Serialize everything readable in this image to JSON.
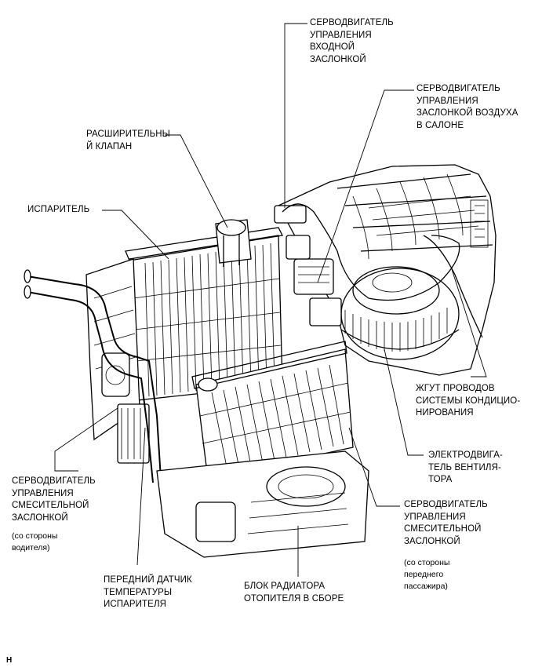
{
  "labels": {
    "inlet_servo": "СЕРВОДВИГАТЕЛЬ\nУПРАВЛЕНИЯ\nВХОДНОЙ\nЗАСЛОНКОЙ",
    "cabin_servo": "СЕРВОДВИГАТЕЛЬ\nУПРАВЛЕНИЯ\nЗАСЛОНКОЙ ВОЗДУХА\nВ САЛОНЕ",
    "expansion_valve": "РАСШИРИТЕЛЬНЫ\nЙ КЛАПАН",
    "evaporator": "ИСПАРИТЕЛЬ",
    "ac_harness": "ЖГУТ ПРОВОДОВ\nСИСТЕМЫ КОНДИЦИО-\nНИРОВАНИЯ",
    "blower_motor": "ЭЛЕКТРОДВИГА-\nТЕЛЬ ВЕНТИЛЯ-\nТОРА",
    "mix_servo_driver": "СЕРВОДВИГАТЕЛЬ\nУПРАВЛЕНИЯ\nСМЕСИТЕЛЬНОЙ\nЗАСЛОНКОЙ",
    "mix_servo_driver_note": "(со стороны\nводителя)",
    "mix_servo_passenger": "СЕРВОДВИГАТЕЛЬ\nУПРАВЛЕНИЯ\nСМЕСИТЕЛЬНОЙ\nЗАСЛОНКОЙ",
    "mix_servo_passenger_note": "(со стороны\nпереднего\nпассажира)",
    "evap_temp_sensor": "ПЕРЕДНИЙ ДАТЧИК\nТЕМПЕРАТУРЫ\nИСПАРИТЕЛЯ",
    "heater_radiator": "БЛОК РАДИАТОРА\nОТОПИТЕЛЯ В СБОРЕ"
  },
  "figure_code": "H"
}
